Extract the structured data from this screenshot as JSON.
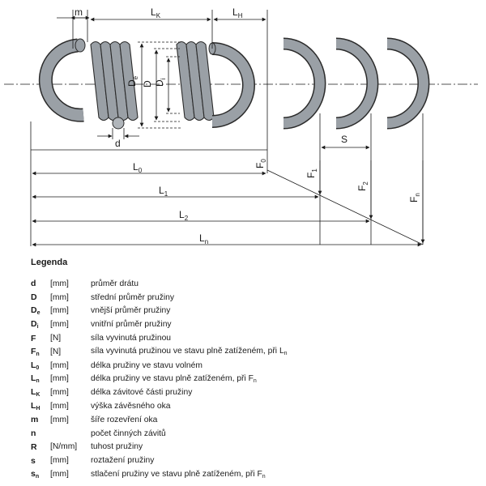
{
  "diagram": {
    "labels": {
      "m": "m",
      "lk_main": "L",
      "lk_sub": "K",
      "lh_main": "L",
      "lh_sub": "H",
      "de_main": "D",
      "de_sub": "e",
      "d_big": "D",
      "di_main": "D",
      "di_sub": "i",
      "d_small": "d",
      "s": "S",
      "f0_main": "F",
      "f0_sub": "0",
      "f1_main": "F",
      "f1_sub": "1",
      "f2_main": "F",
      "f2_sub": "2",
      "fn_main": "F",
      "fn_sub": "n",
      "l0_main": "L",
      "l0_sub": "0",
      "l1_main": "L",
      "l1_sub": "1",
      "l2_main": "L",
      "l2_sub": "2",
      "ln_main": "L",
      "ln_sub": "n"
    },
    "colors": {
      "spring_fill": "#9aa0a6",
      "spring_stroke": "#2b2b2b",
      "line": "#1a1a1a"
    }
  },
  "legend": {
    "title": "Legenda",
    "rows": [
      {
        "sym": "d",
        "sym_sub": "",
        "unit": "[mm]",
        "desc": "průměr drátu",
        "desc_sub": ""
      },
      {
        "sym": "D",
        "sym_sub": "",
        "unit": "[mm]",
        "desc": "střední průměr pružiny",
        "desc_sub": ""
      },
      {
        "sym": "D",
        "sym_sub": "e",
        "unit": "[mm]",
        "desc": "vnější průměr pružiny",
        "desc_sub": ""
      },
      {
        "sym": "D",
        "sym_sub": "i",
        "unit": "[mm]",
        "desc": "vnitřní průměr pružiny",
        "desc_sub": ""
      },
      {
        "sym": "F",
        "sym_sub": "",
        "unit": "[N]",
        "desc": "síla vyvinutá pružinou",
        "desc_sub": ""
      },
      {
        "sym": "F",
        "sym_sub": "n",
        "unit": "[N]",
        "desc": "síla vyvinutá pružinou ve stavu plně zatíženém, při L",
        "desc_sub": "n"
      },
      {
        "sym": "L",
        "sym_sub": "0",
        "unit": "[mm]",
        "desc": "délka pružiny ve stavu volném",
        "desc_sub": ""
      },
      {
        "sym": "L",
        "sym_sub": "n",
        "unit": "[mm]",
        "desc": "délka pružiny ve stavu plně zatíženém, při F",
        "desc_sub": "n"
      },
      {
        "sym": "L",
        "sym_sub": "K",
        "unit": "[mm]",
        "desc": "délka závitové části pružiny",
        "desc_sub": ""
      },
      {
        "sym": "L",
        "sym_sub": "H",
        "unit": "[mm]",
        "desc": "výška závěsného oka",
        "desc_sub": ""
      },
      {
        "sym": "m",
        "sym_sub": "",
        "unit": "[mm]",
        "desc": "šíře rozevření oka",
        "desc_sub": ""
      },
      {
        "sym": "n",
        "sym_sub": "",
        "unit": "",
        "desc": "počet činných závitů",
        "desc_sub": ""
      },
      {
        "sym": "R",
        "sym_sub": "",
        "unit": "[N/mm]",
        "desc": "tuhost pružiny",
        "desc_sub": ""
      },
      {
        "sym": "s",
        "sym_sub": "",
        "unit": "[mm]",
        "desc": "roztažení pružiny",
        "desc_sub": ""
      },
      {
        "sym": "s",
        "sym_sub": "n",
        "unit": "[mm]",
        "desc": "stlačení pružiny ve stavu plně zatíženém, při F",
        "desc_sub": "n"
      }
    ]
  }
}
